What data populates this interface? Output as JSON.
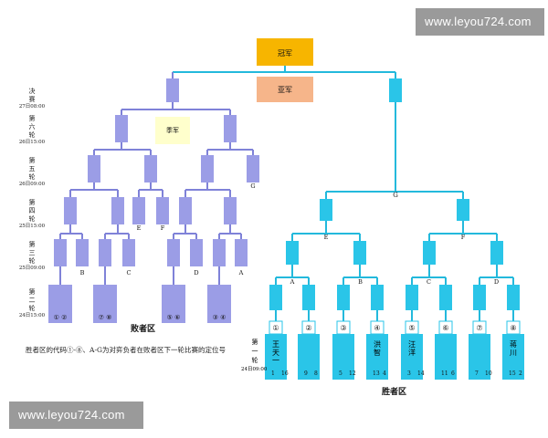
{
  "watermark": {
    "top": "www.leyou724.com",
    "bottom": "www.leyou724.com"
  },
  "champion": "冠军",
  "runner_up": "亚军",
  "third": "季军",
  "final_label": "G",
  "letters": [
    "A",
    "B",
    "C",
    "D",
    "E",
    "F",
    "G"
  ],
  "losers_zone": "败者区",
  "winners_zone": "胜者区",
  "note": "胜者区的代码①-⑧、A-G为对弈负者在败者区下一轮比赛的定位号",
  "rounds": [
    {
      "label": "决\n赛",
      "time": "27日08:00"
    },
    {
      "label": "第\n六\n轮",
      "time": "26日15:00"
    },
    {
      "label": "第\n五\n轮",
      "time": "26日09:00"
    },
    {
      "label": "第\n四\n轮",
      "time": "25日15:00"
    },
    {
      "label": "第\n三\n轮",
      "time": "25日09:00"
    },
    {
      "label": "第\n二\n轮",
      "time": "24日15:00"
    }
  ],
  "round1": {
    "label": "第\n一\n轮",
    "time": "24日09:00"
  },
  "winner_slots": [
    {
      "code": "①",
      "name": "王\n天\n一",
      "seeds": [
        "1",
        "16"
      ]
    },
    {
      "code": "②",
      "name": "",
      "seeds": [
        "9",
        "8"
      ]
    },
    {
      "code": "③",
      "name": "",
      "seeds": [
        "5",
        "12"
      ]
    },
    {
      "code": "④",
      "name": "洪\n智",
      "seeds": [
        "13",
        "4"
      ]
    },
    {
      "code": "⑤",
      "name": "汪\n洋",
      "seeds": [
        "3",
        "14"
      ]
    },
    {
      "code": "⑥",
      "name": "",
      "seeds": [
        "11",
        "6"
      ]
    },
    {
      "code": "⑦",
      "name": "",
      "seeds": [
        "7",
        "10"
      ]
    },
    {
      "code": "⑧",
      "name": "蒋\n川",
      "seeds": [
        "15",
        "2"
      ]
    }
  ],
  "loser_r2_codes": [
    "① ②",
    "⑦ ⑧",
    "⑤ ⑥",
    "③ ④"
  ],
  "colors": {
    "gold": "#f7b500",
    "orange": "#f6b58a",
    "lightyellow": "#ffffcc",
    "purple": "#9b9de6",
    "cyan": "#2ac5e8",
    "line_purple": "#7f82d8",
    "line_cyan": "#23b9dc"
  }
}
